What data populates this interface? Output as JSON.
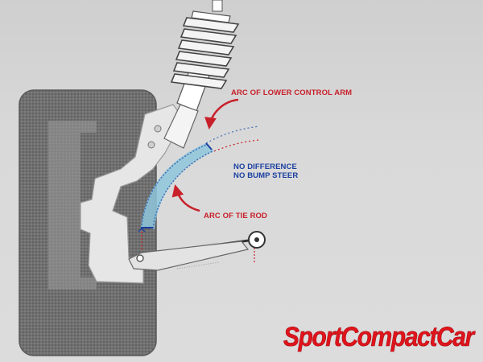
{
  "diagram": {
    "labels": {
      "lower_arm_arc": "ARC OF LOWER CONTROL ARM",
      "no_difference_line1": "NO DIFFERENCE",
      "no_difference_line2": "NO BUMP STEER",
      "tie_rod_arc": "ARC OF TIE ROD"
    },
    "colors": {
      "label_red": "#c8202a",
      "label_blue": "#1a3fa0",
      "arc_fill": "#8fc6dc",
      "arc_dots": "#3d6fb5",
      "tire": "#6e6e6e",
      "knuckle": "#e6e6e6",
      "logo_red": "#e0141c"
    }
  },
  "brand": {
    "logo_text": "SportCompactCar"
  }
}
